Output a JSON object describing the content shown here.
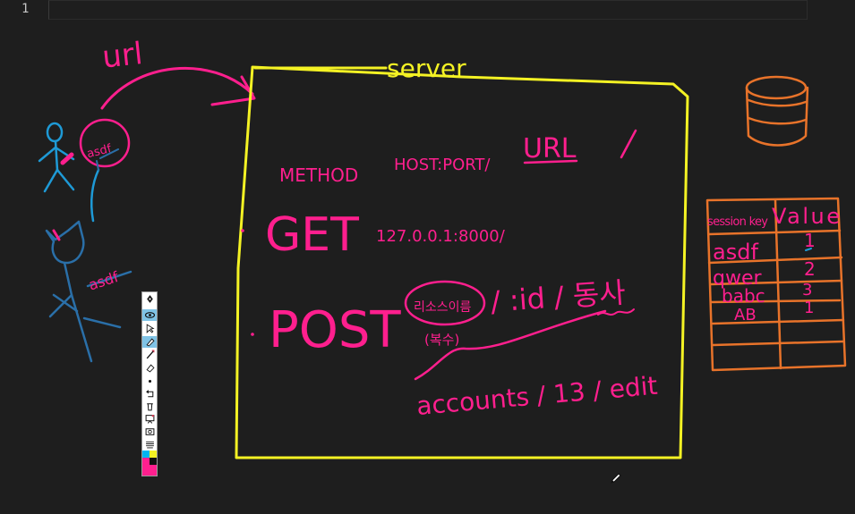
{
  "editor": {
    "line_number": "1"
  },
  "drawing": {
    "url_arrow_label": "url",
    "bubble_text_user": "asdf",
    "bubble_text_attacker": "asdf",
    "server_label": "server",
    "header_method": "METHOD",
    "header_host_port": "HOST:PORT/",
    "header_url": "URL",
    "header_slash": "/",
    "get_label": "GET",
    "get_address": "127.0.0.1:8000/",
    "post_label": "POST",
    "post_resource": "리소스이름",
    "post_plural": "(복수)",
    "post_path": "/ :id / 동사",
    "post_example": "accounts / 13 / edit",
    "table_headers": [
      "session key",
      "Value"
    ],
    "table_rows": [
      [
        "asdf",
        "1"
      ],
      [
        "qwer",
        "2"
      ],
      [
        "babc",
        "3"
      ],
      [
        "AB",
        "1"
      ],
      [
        "",
        ""
      ],
      [
        "",
        ""
      ]
    ]
  },
  "colors": {
    "background": "#1e1e1e",
    "pink": "#ff1f8e",
    "yellow": "#f4f224",
    "orange": "#e8732a",
    "blue": "#1e9ad6",
    "steel_blue": "#2a6fa8",
    "white_pen": "#f2f2f2"
  },
  "toolbar": {
    "tools": [
      "pen-icon",
      "eye-icon",
      "arrow-cursor-icon",
      "highlighter-icon",
      "line-icon",
      "eraser-icon",
      "dot-icon",
      "undo-icon",
      "trash-icon",
      "whiteboard-icon",
      "screenshot-icon",
      "layers-icon"
    ],
    "active_tools": [
      "eye-icon",
      "highlighter-icon"
    ],
    "swatches": [
      [
        "#00b4f0",
        "#f4f224"
      ],
      [
        "#ff1f8e",
        "#111111"
      ],
      [
        "#ff1f8e",
        "#ff1f8e"
      ]
    ]
  },
  "cursor": "pencil-cursor-icon"
}
